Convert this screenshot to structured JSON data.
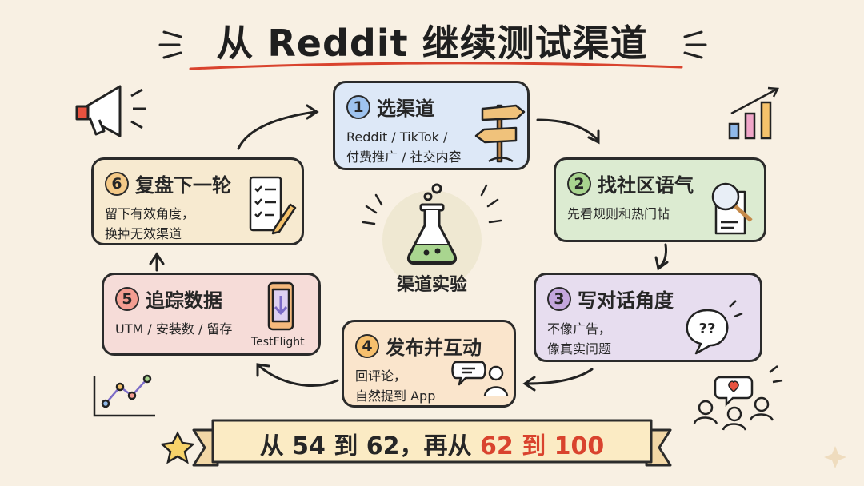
{
  "title": "从 Reddit 继续测试渠道",
  "center": {
    "label": "渠道实验"
  },
  "steps": [
    {
      "num": "1",
      "title": "选渠道",
      "desc": [
        "Reddit / TikTok /",
        "付费推广 / 社交内容"
      ]
    },
    {
      "num": "2",
      "title": "找社区语气",
      "desc": [
        "先看规则和热门帖"
      ]
    },
    {
      "num": "3",
      "title": "写对话角度",
      "desc": [
        "不像广告，",
        "像真实问题"
      ]
    },
    {
      "num": "4",
      "title": "发布并互动",
      "desc": [
        "回评论，",
        "自然提到 App"
      ]
    },
    {
      "num": "5",
      "title": "追踪数据",
      "desc": [
        "UTM / 安装数 / 留存"
      ]
    },
    {
      "num": "6",
      "title": "复盘下一轮",
      "desc": [
        "留下有效角度，",
        "换掉无效渠道"
      ]
    }
  ],
  "icons": {
    "testflight_label": "TestFlight",
    "speech_bubble_text": "??"
  },
  "banner": {
    "part1": "从 54 到 62，再从 ",
    "part2": "62 到 100"
  },
  "colors": {
    "background": "#f8f0e3",
    "accent_red": "#d9432e"
  }
}
